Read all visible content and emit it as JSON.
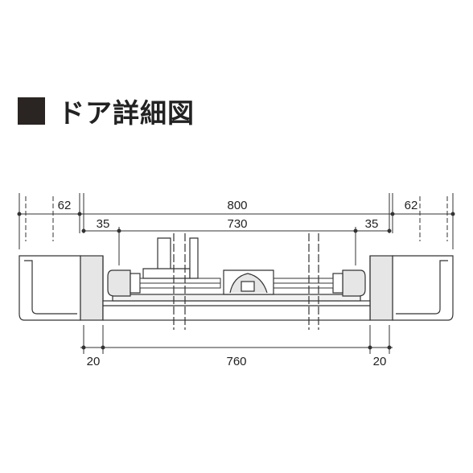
{
  "title": "ドア詳細図",
  "dimensions": {
    "overall_width": "800",
    "inner_width": "730",
    "left_inset": "35",
    "right_inset": "35",
    "left_frame": "62",
    "right_frame": "62",
    "bottom_left": "20",
    "bottom_center": "760",
    "bottom_right": "20"
  },
  "colors": {
    "line": "#333333",
    "fill_light": "#e6e6e6",
    "title_square": "#2a2522"
  }
}
